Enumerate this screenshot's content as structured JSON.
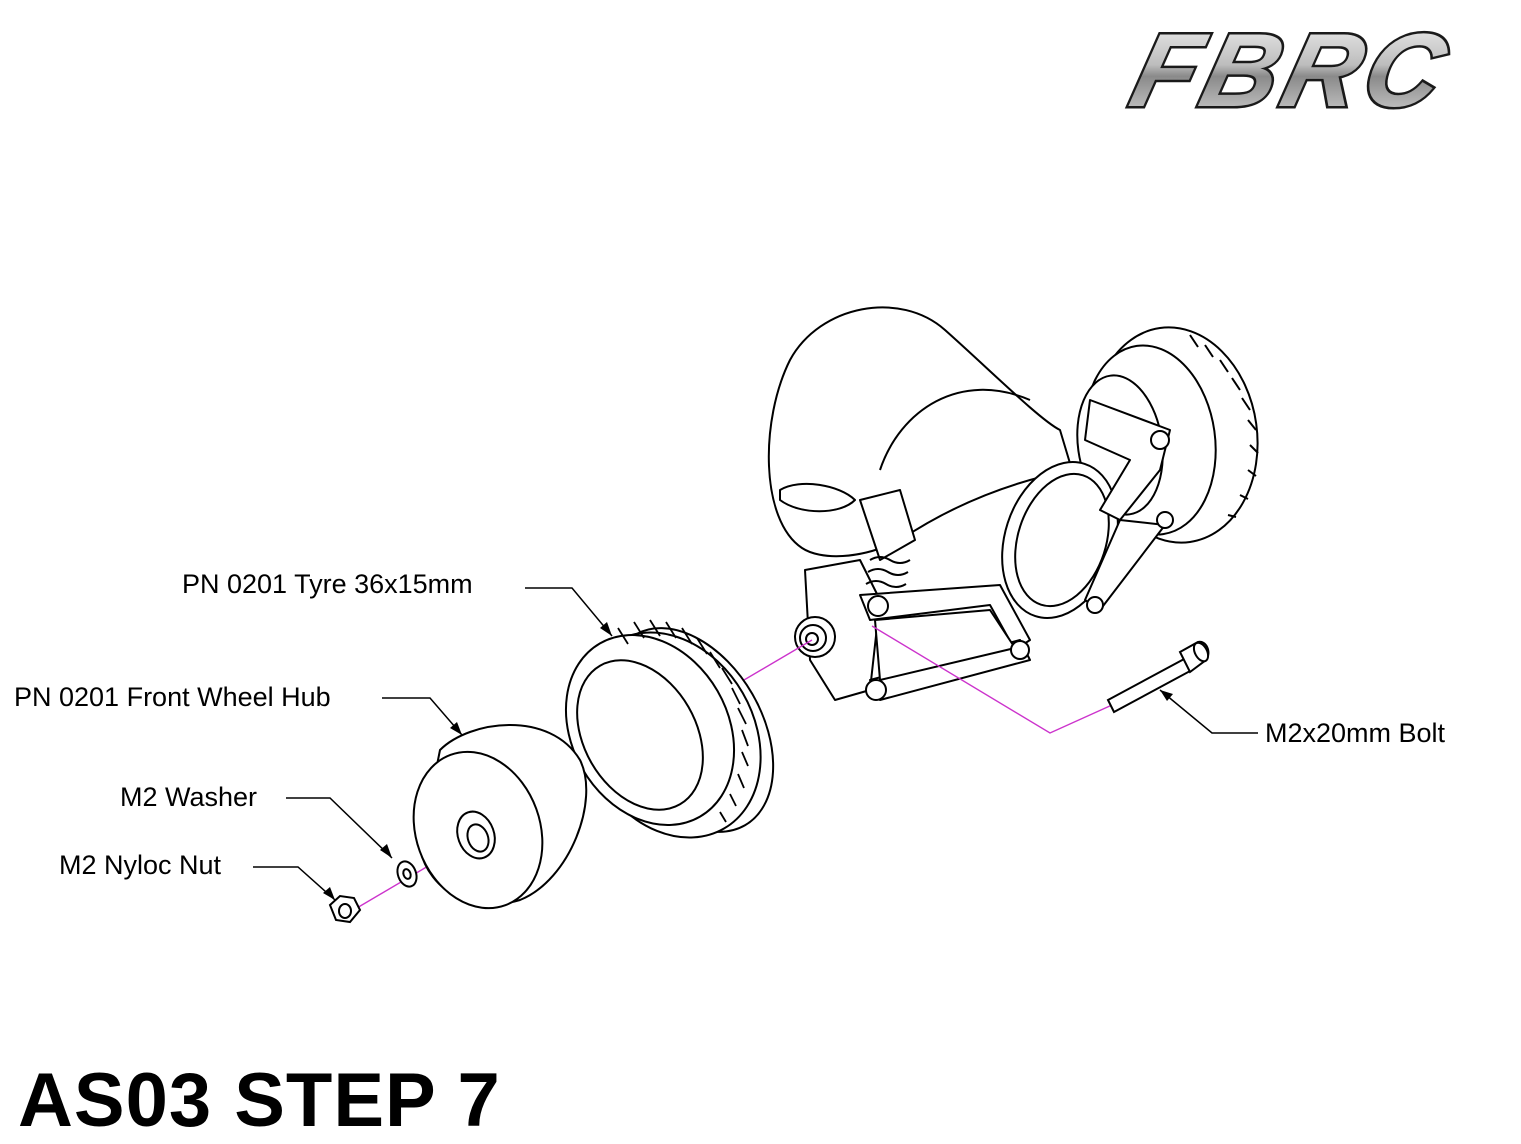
{
  "logo": {
    "text": "FBRC"
  },
  "callouts": {
    "tyre": "PN 0201 Tyre 36x15mm",
    "hub": "PN 0201 Front Wheel Hub",
    "washer": "M2 Washer",
    "nut": "M2 Nyloc Nut",
    "bolt": "M2x20mm Bolt"
  },
  "step_title": "AS03 STEP 7",
  "colors": {
    "axis_line": "#cc33cc",
    "ink": "#000000",
    "logo_silver": "#c8c8c8"
  }
}
